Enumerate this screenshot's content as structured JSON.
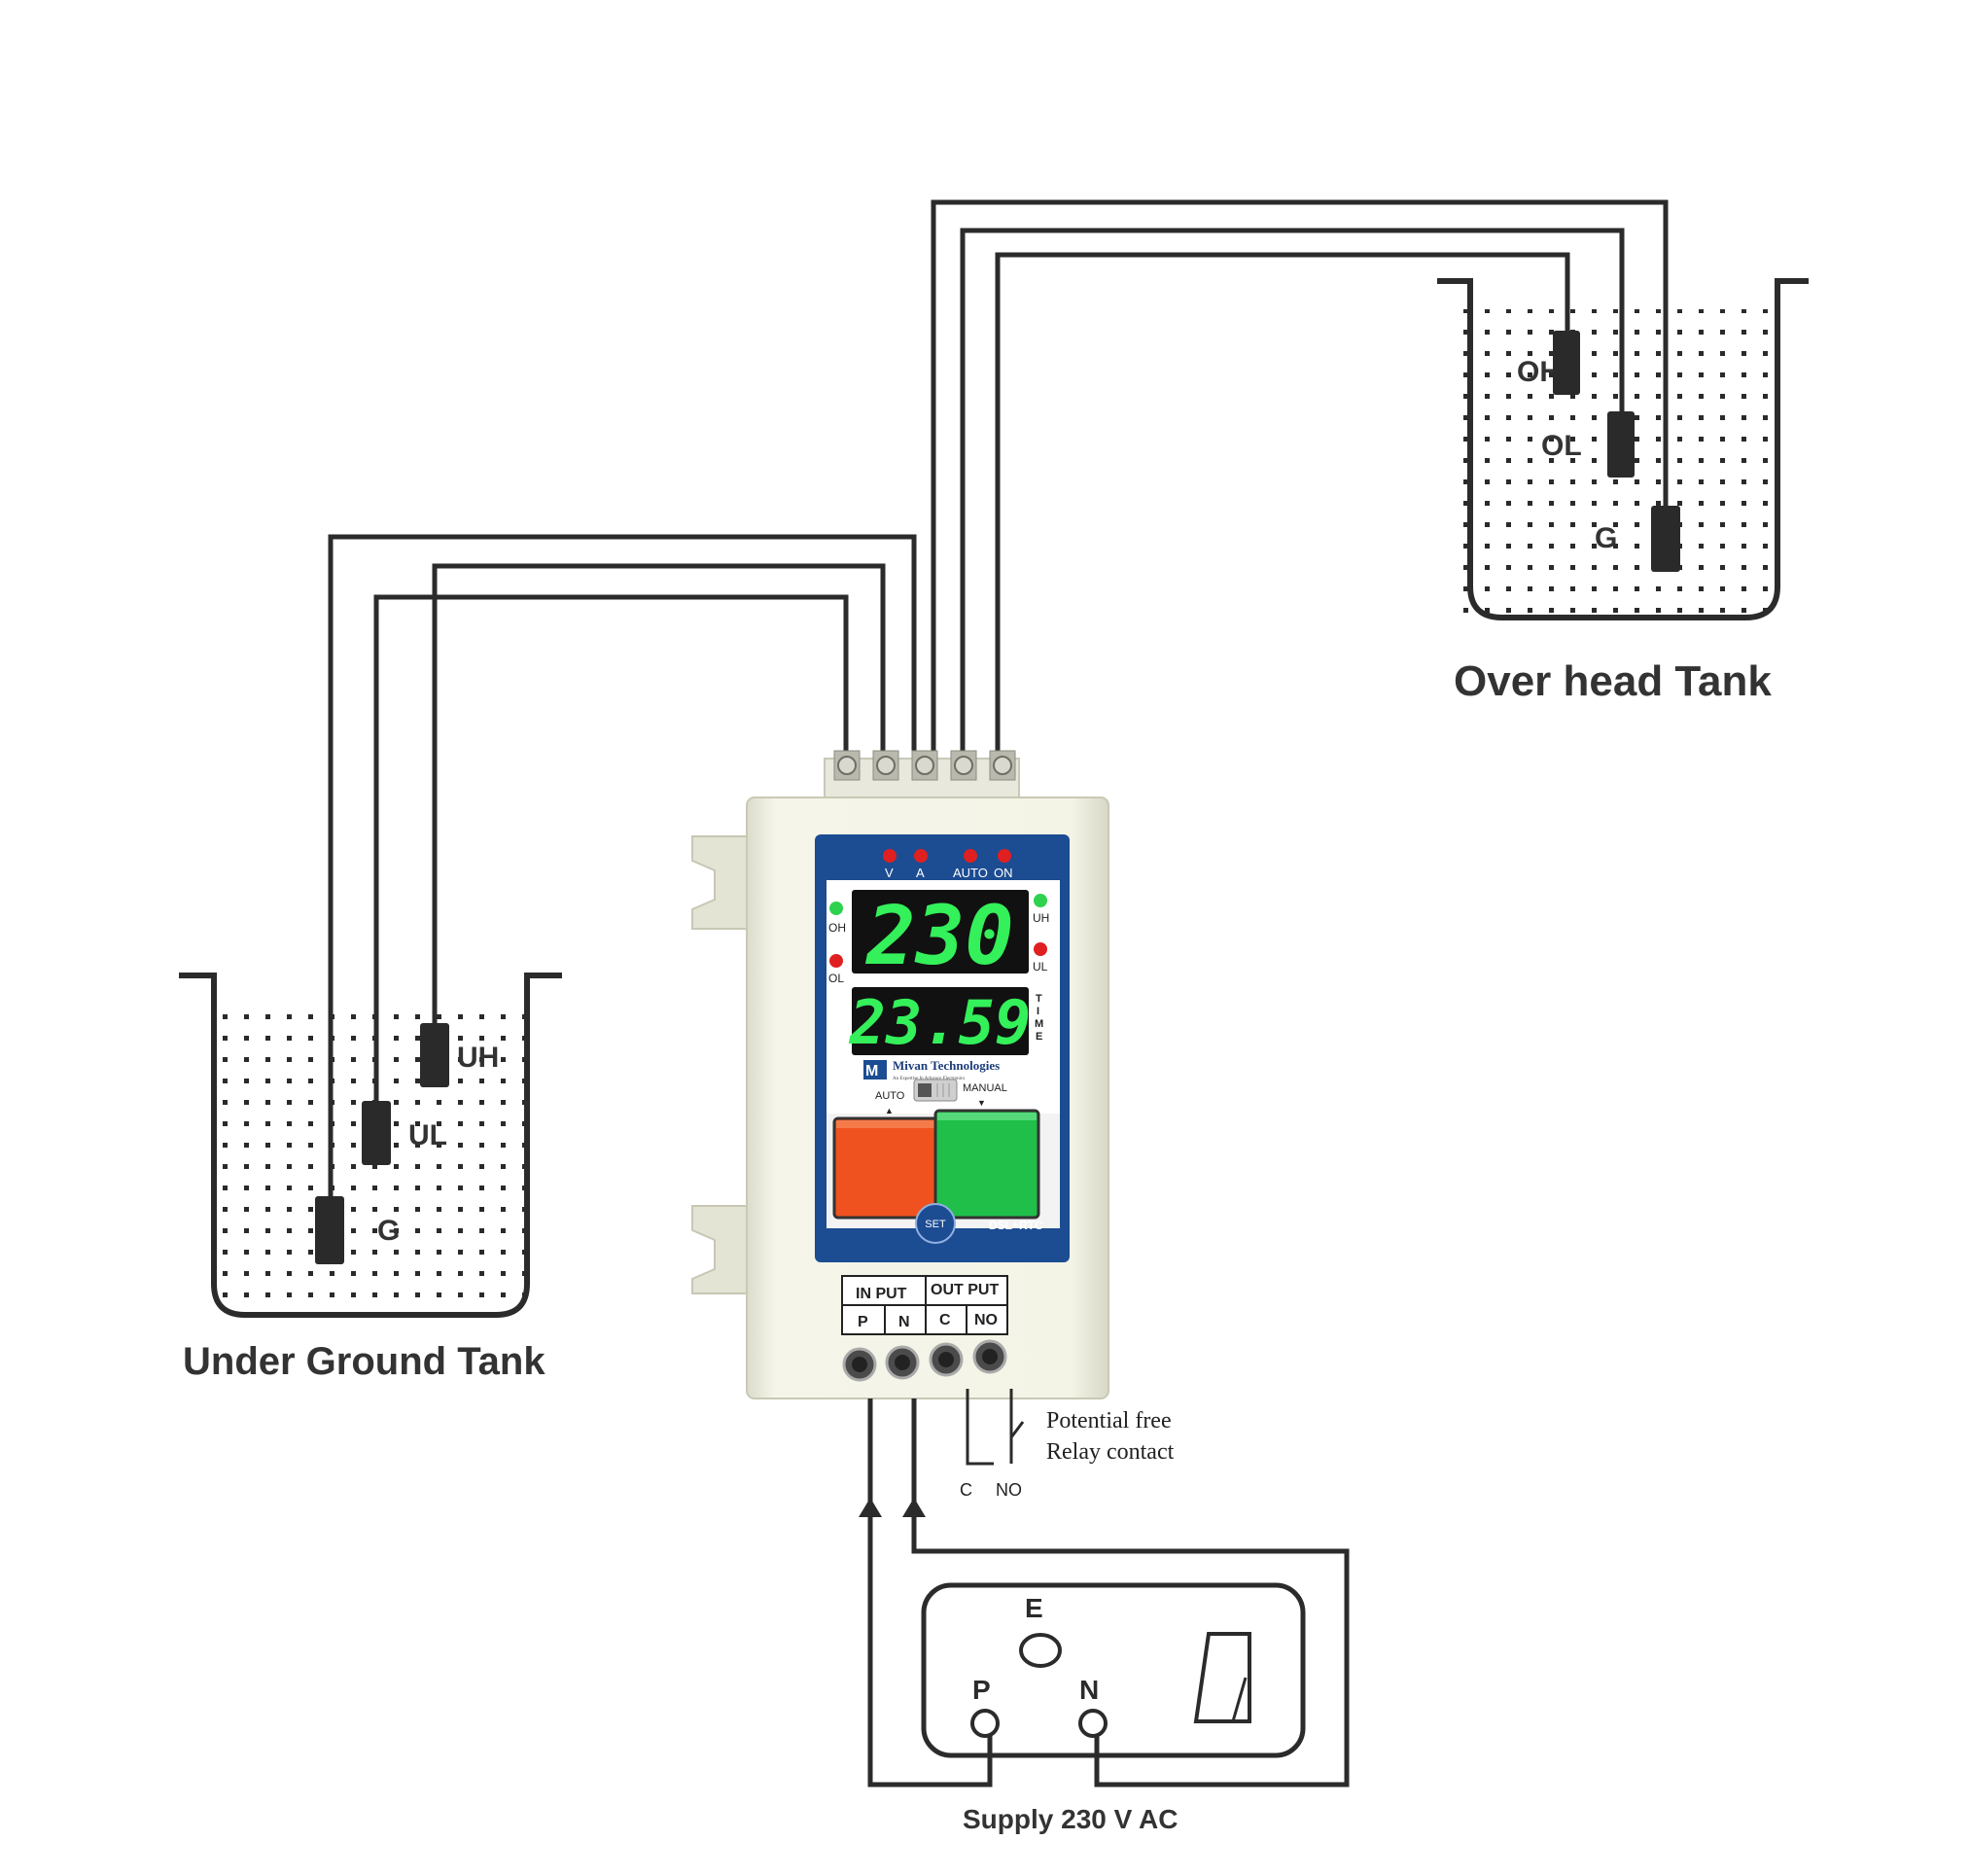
{
  "tanks": {
    "overhead": {
      "title": "Over head Tank",
      "probes": [
        "OH",
        "OL",
        "G"
      ]
    },
    "underground": {
      "title": "Under Ground Tank",
      "probes": [
        "UH",
        "UL",
        "G"
      ]
    }
  },
  "controller": {
    "top_indicators": [
      "V",
      "A",
      "AUTO",
      "ON"
    ],
    "left_indicators": [
      "OH",
      "OL"
    ],
    "right_indicators": [
      "UH",
      "UL"
    ],
    "display_main": "230",
    "display_time": "23.59",
    "time_label": [
      "T",
      "I",
      "M",
      "E"
    ],
    "brand": "Mivan Technologies",
    "brand_tagline": "An Expertise In Advance Electronics",
    "mode_left": "AUTO",
    "mode_right": "MANUAL",
    "set_button": "SET",
    "model": "DSL+RTC",
    "input_header": "IN PUT",
    "output_header": "OUT PUT",
    "terminals": [
      "P",
      "N",
      "C",
      "NO"
    ]
  },
  "relay": {
    "line1": "Potential free",
    "line2": "Relay contact",
    "c_label": "C",
    "no_label": "NO"
  },
  "supply": {
    "e_label": "E",
    "p_label": "P",
    "n_label": "N",
    "caption": "Supply 230 V AC"
  },
  "colors": {
    "display_green": "#34f05a",
    "start_green": "#1fbf4a",
    "stop_orange": "#f0521f",
    "panel_blue": "#1c4c92",
    "led_red": "#e02020",
    "led_green": "#2ed24e"
  }
}
